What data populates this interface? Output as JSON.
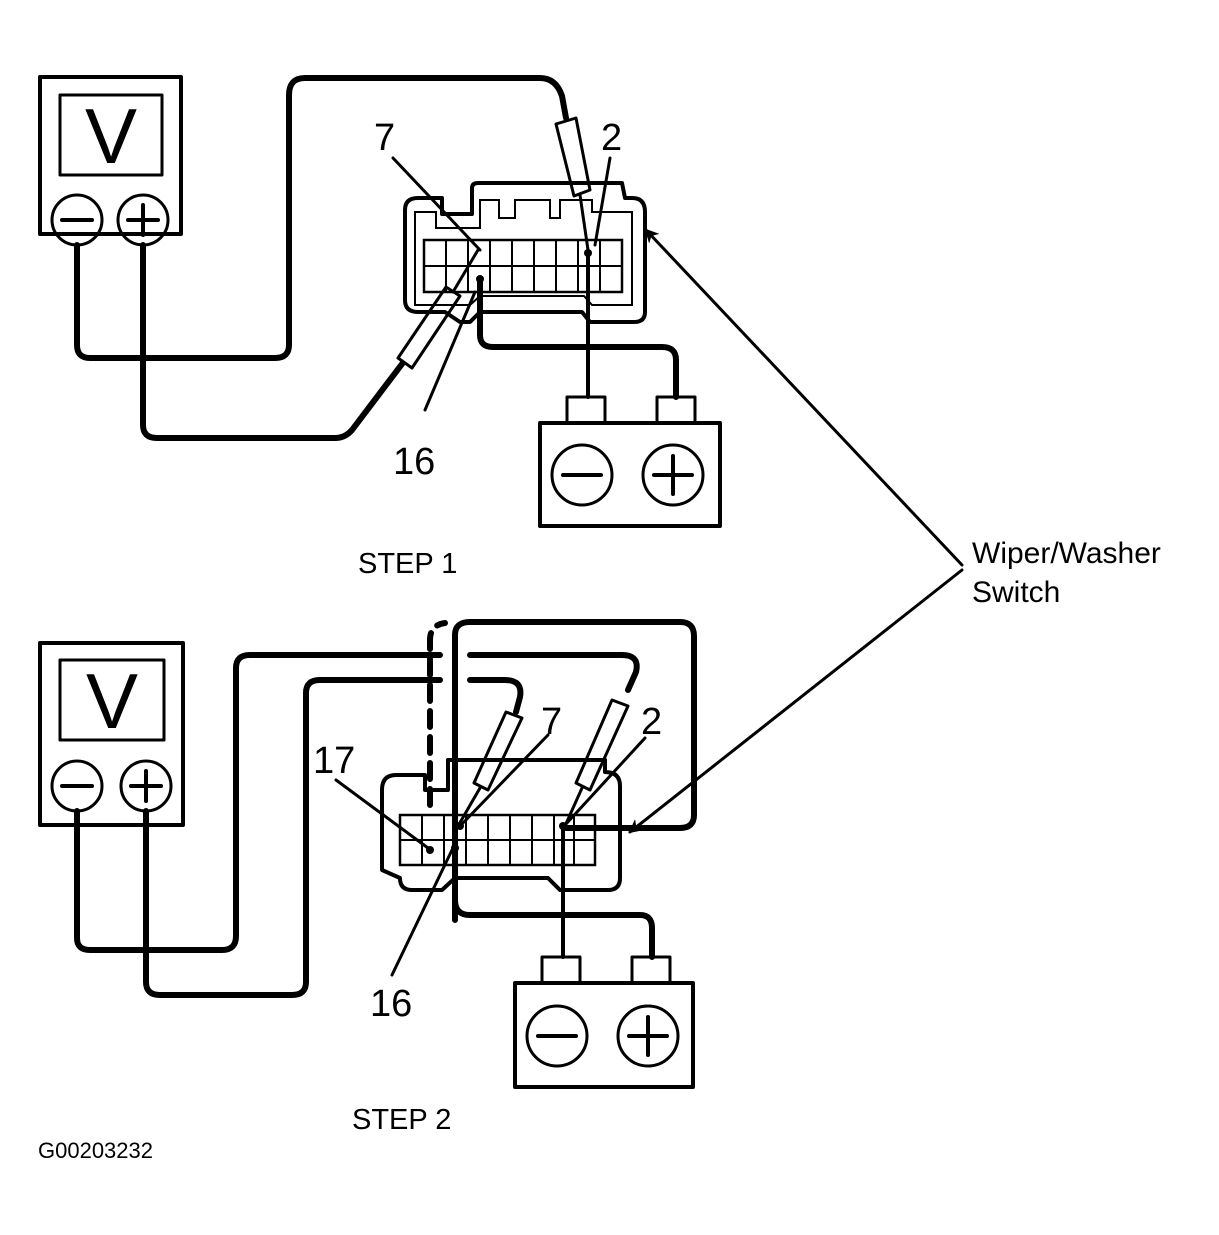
{
  "figure_id": "G00203232",
  "component_label_line1": "Wiper/Washer",
  "component_label_line2": "Switch",
  "meter_symbol": "V",
  "step1": {
    "title": "STEP 1",
    "pins": {
      "a": "7",
      "b": "2",
      "c": "16"
    }
  },
  "step2": {
    "title": "STEP 2",
    "pins": {
      "a": "17",
      "b": "7",
      "c": "2",
      "d": "16"
    }
  },
  "icons": {
    "meter": "voltmeter-icon",
    "battery": "battery-icon",
    "negative": "minus-terminal",
    "positive": "plus-terminal"
  }
}
